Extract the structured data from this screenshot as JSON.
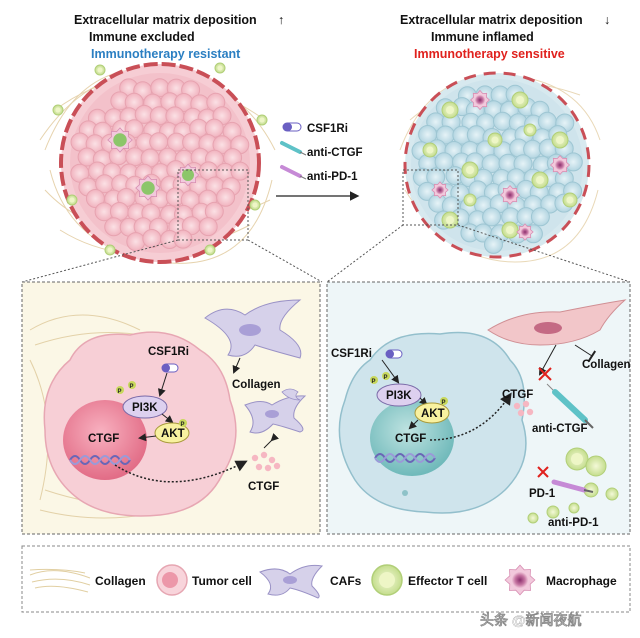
{
  "left_header": {
    "line1": "Extracellular matrix deposition",
    "line1_arrow": "↑",
    "line2": "Immune excluded",
    "line3": "Immunotherapy resistant",
    "line3_color": "#2b7fc2"
  },
  "right_header": {
    "line1": "Extracellular matrix deposition",
    "line1_arrow": "↓",
    "line2": "Immune inflamed",
    "line3": "Immunotherapy sensitive",
    "line3_color": "#e0211d"
  },
  "treatments": [
    "CSF1Ri",
    "anti-CTGF",
    "anti-PD-1"
  ],
  "left_panel": {
    "drug": "CSF1Ri",
    "pi3k": "PI3K",
    "akt": "AKT",
    "p": "P",
    "ctgf_nucleus": "CTGF",
    "ctgf_secreted": "CTGF",
    "collagen": "Collagen"
  },
  "right_panel": {
    "drug": "CSF1Ri",
    "pi3k": "PI3K",
    "akt": "AKT",
    "p": "P",
    "ctgf_nucleus": "CTGF",
    "ctgf_secreted": "CTGF",
    "collagen": "Collagen",
    "anti_ctgf": "anti-CTGF",
    "pd1": "PD-1",
    "anti_pd1": "anti-PD-1"
  },
  "legend": [
    "Collagen",
    "Tumor cell",
    "CAFs",
    "Effector T cell",
    "Macrophage"
  ],
  "watermark": "头条 @新闻夜航",
  "colors": {
    "left_panel_bg": "#fbf7e6",
    "right_panel_bg": "#eef6f8",
    "drug_red": "#e0211d",
    "pi3k_fill": "#ddd0ef",
    "akt_fill": "#f8f1a0",
    "tumor_pink": "#f4c3cc",
    "tumor_blue": "#cfe4ec",
    "caf_purple": "#d6d1ea"
  }
}
